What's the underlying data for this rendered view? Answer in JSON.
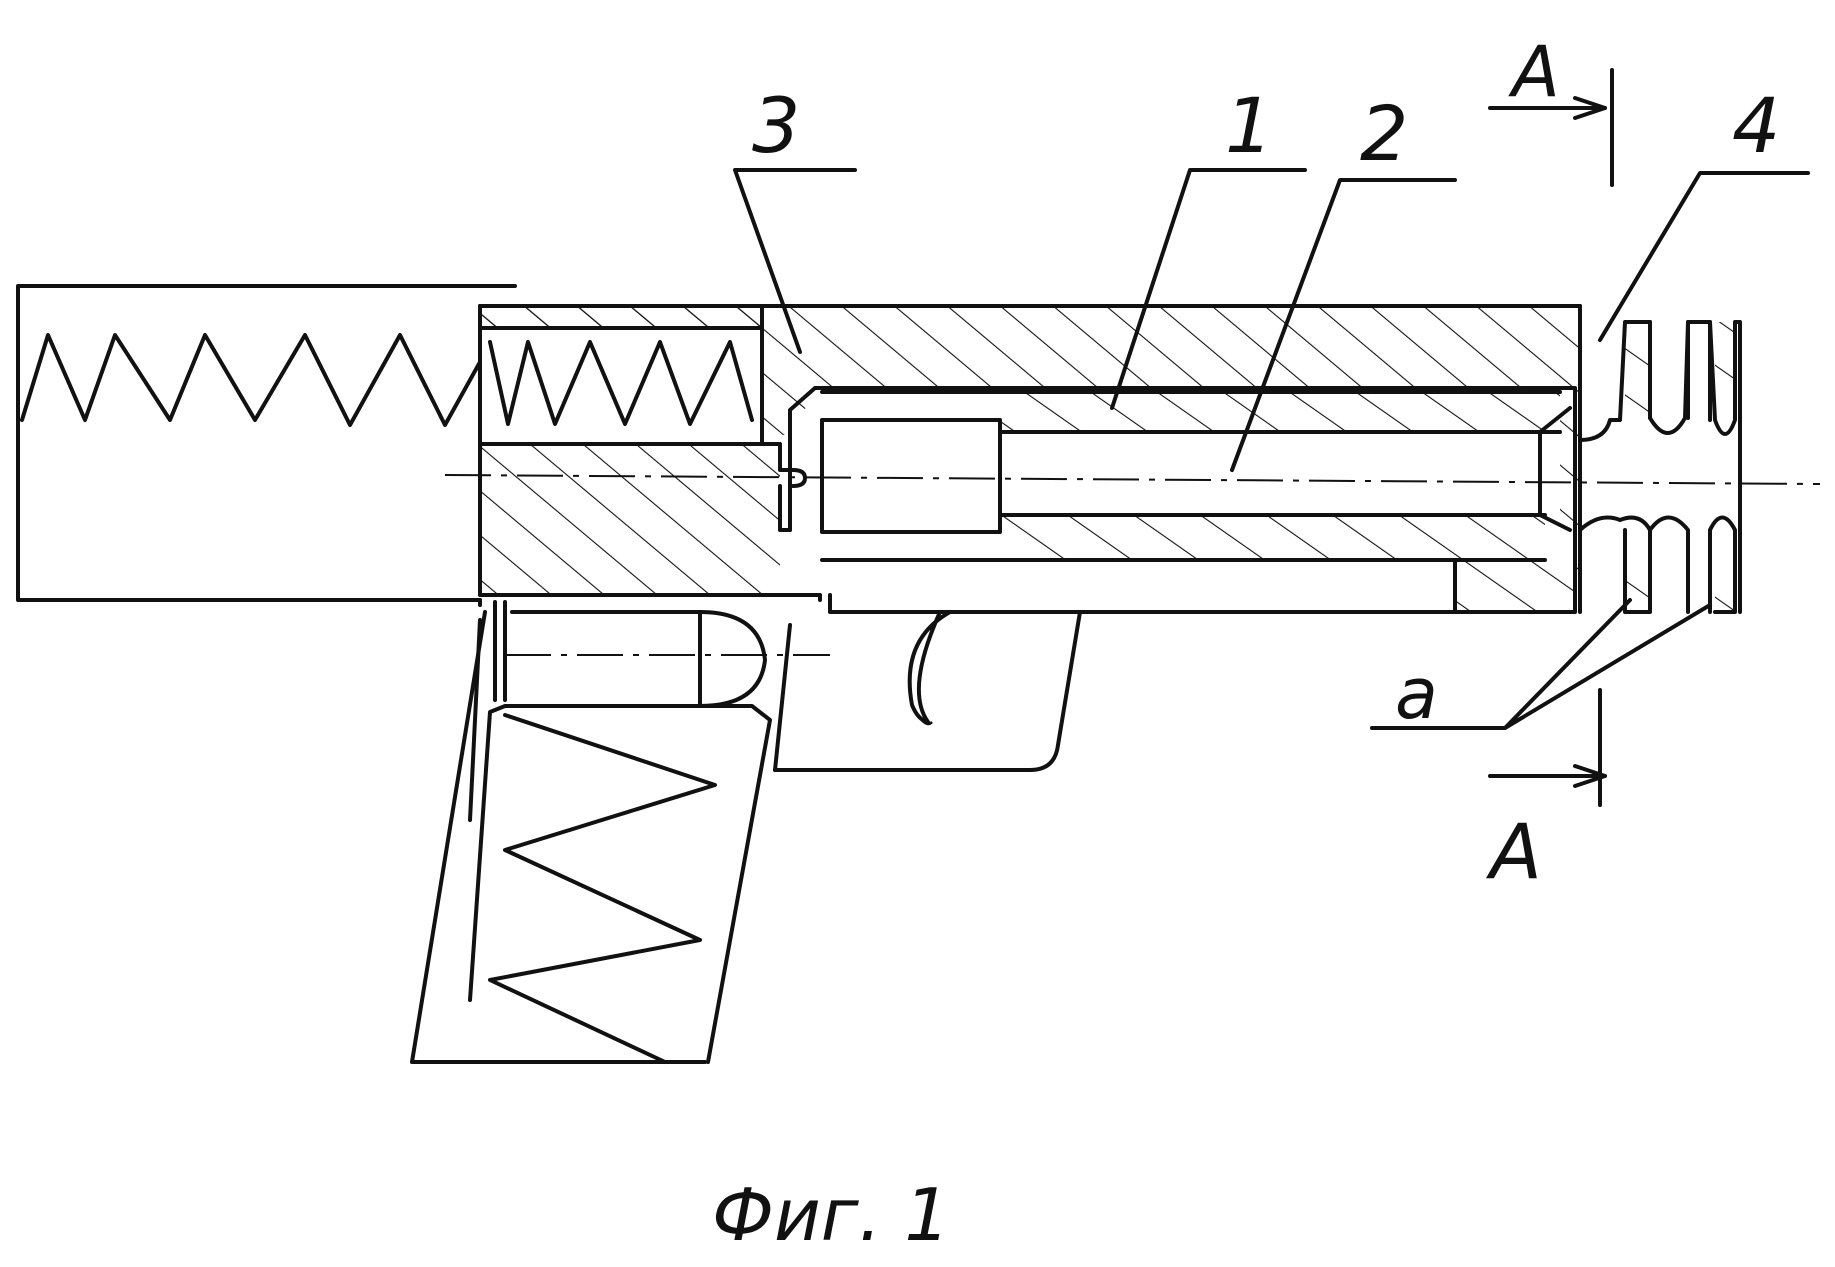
{
  "figure": {
    "caption": "Фиг. 1",
    "callouts": {
      "part_1": "1",
      "part_2": "2",
      "part_3": "3",
      "part_4": "4",
      "gap_a": "a"
    },
    "section": {
      "top_label": "A",
      "bottom_label": "A"
    }
  }
}
